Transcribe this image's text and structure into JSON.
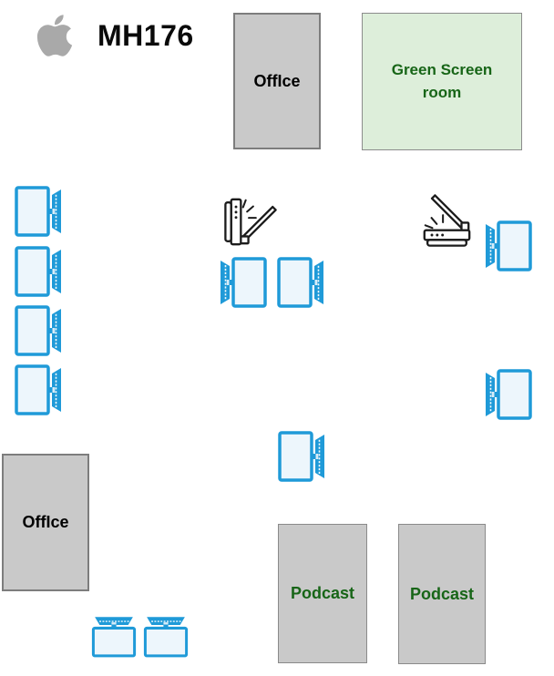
{
  "page": {
    "title": "MH176"
  },
  "header": {
    "logo_icon": "apple-logo-icon",
    "logo_color": "#a9a9a9"
  },
  "rooms": {
    "office_top": {
      "label": "OffIce"
    },
    "green_screen": {
      "label": "Green Screen room"
    },
    "office_left": {
      "label": "OffIce"
    },
    "podcast_left": {
      "label": "Podcast"
    },
    "podcast_right": {
      "label": "Podcast"
    }
  },
  "equipment": {
    "computer_icon": "desktop-computer-icon",
    "scanner_icon": "flatbed-scanner-icon",
    "computer_count": 11,
    "scanner_count": 2
  },
  "colors": {
    "computer_blue": "#1f9ad8",
    "computer_screen_fill": "#edf6fc",
    "scanner_outline": "#1c1c1c",
    "room_gray_fill": "#c9c9c9",
    "room_gray_border": "#7d7d7d",
    "green_room_fill": "#ddeeda",
    "green_text": "#176517",
    "background": "#ffffff"
  }
}
